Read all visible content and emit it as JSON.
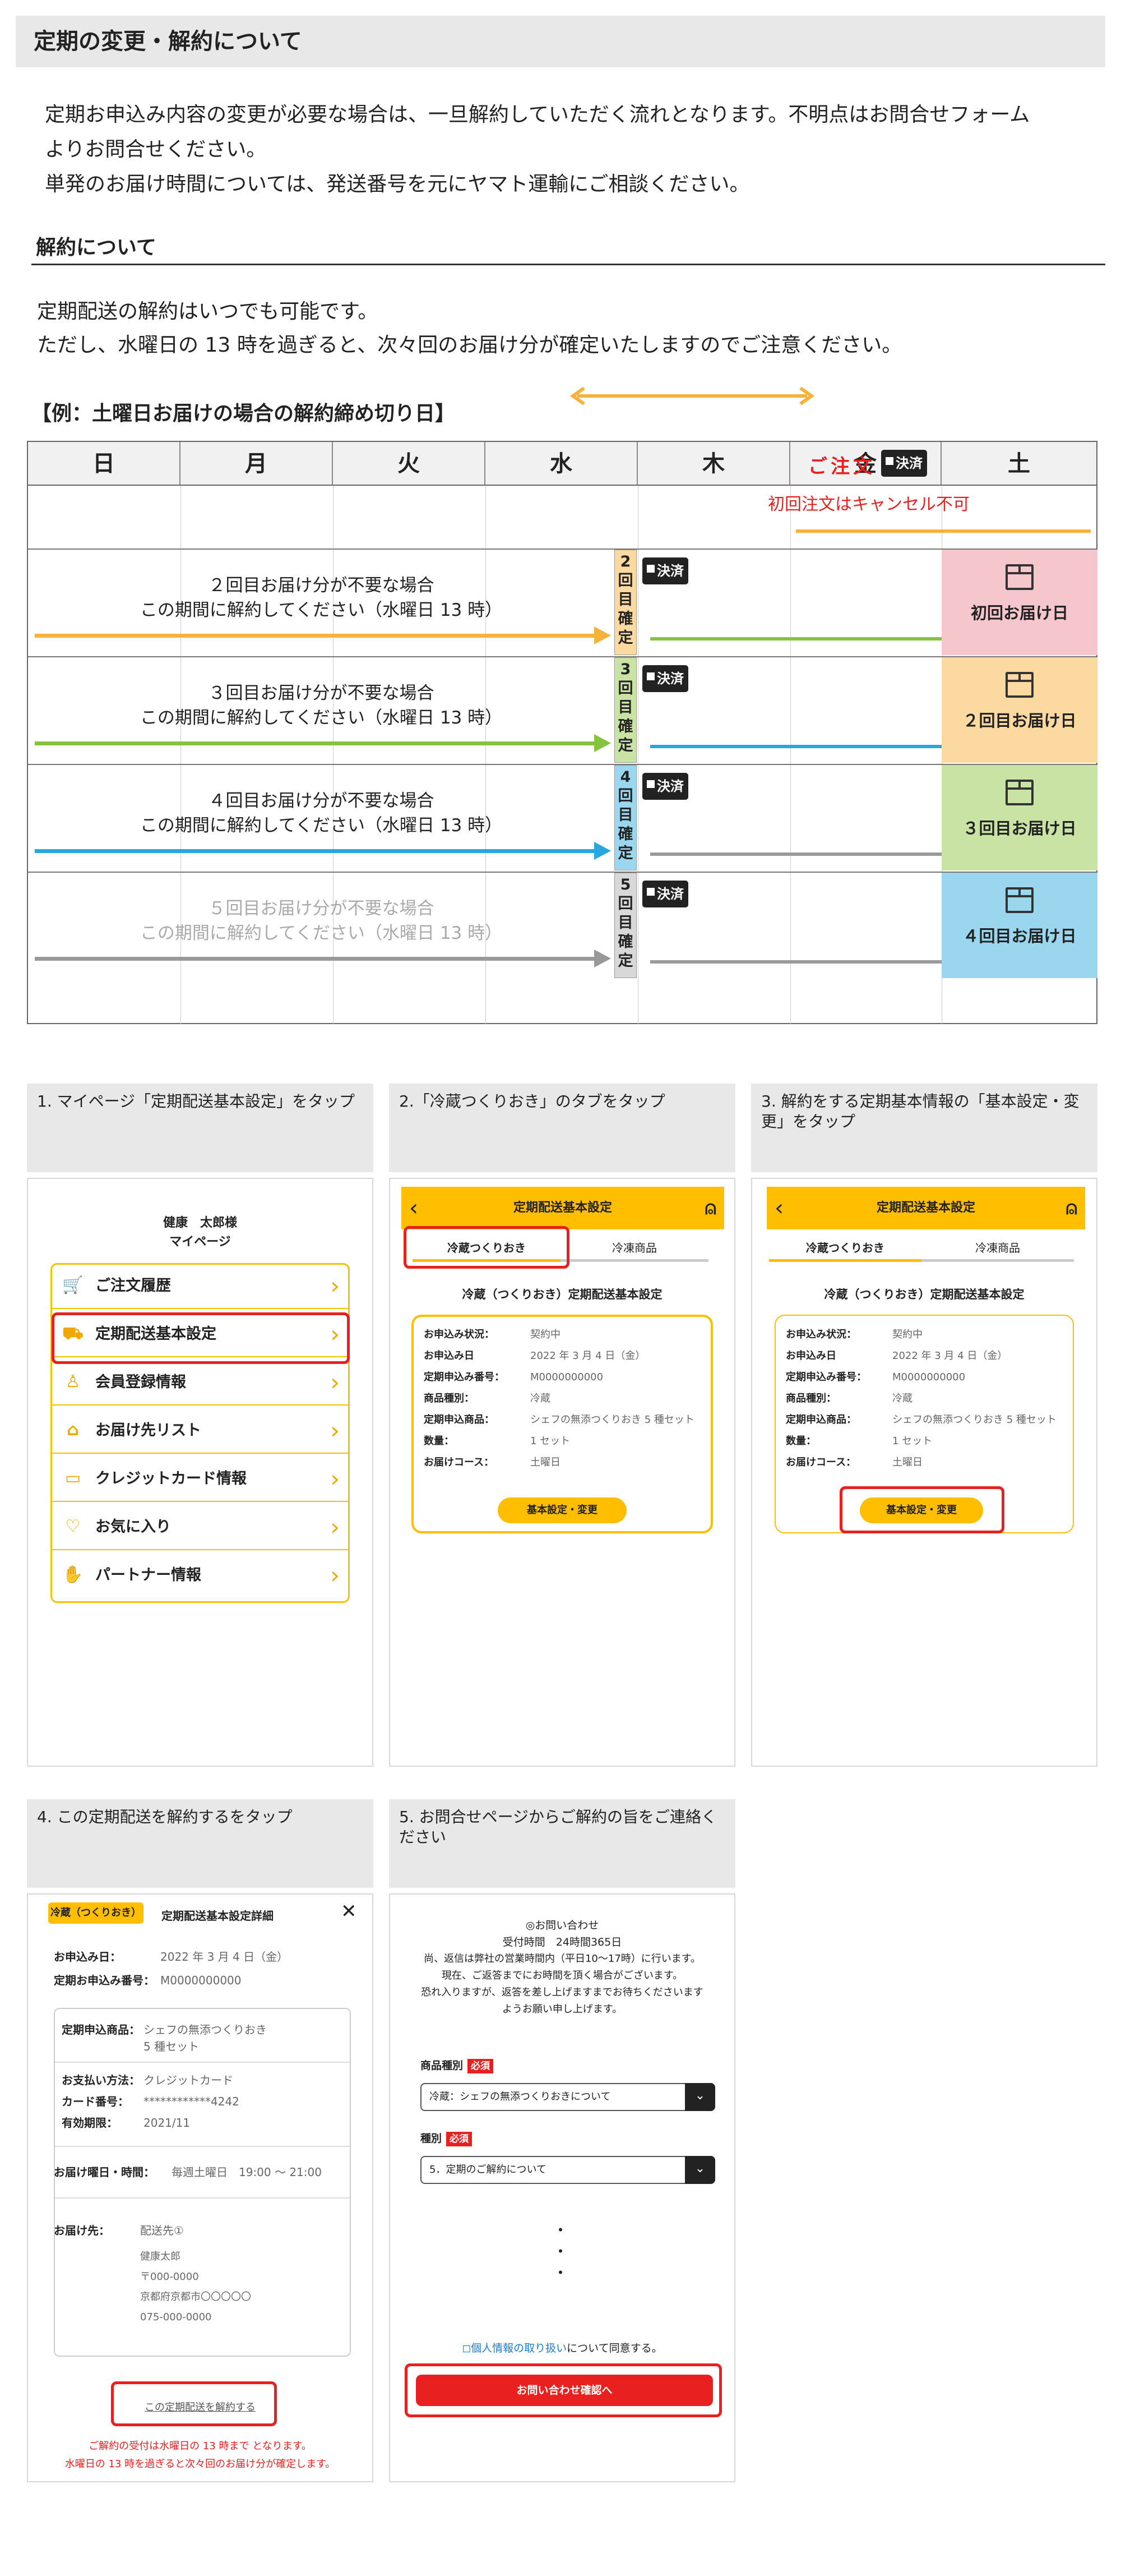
{
  "header": {
    "title": "定期の変更・解約について"
  },
  "intro": {
    "line1": "定期お申込み内容の変更が必要な場合は、一旦解約していただく流れとなります。不明点はお問合せフォーム",
    "line2": "よりお問合せください。",
    "line3": "単発のお届け時間については、発送番号を元にヤマト運輸にご相談ください。"
  },
  "cancel_section": {
    "title": "解約について",
    "line1": "定期配送の解約はいつでも可能です。",
    "line2": "ただし、水曜日の 13 時を過ぎると、次々回のお届け分が確定いたしますのでご注意ください。"
  },
  "calendar": {
    "example_label": "【例：土曜日お届けの場合の解約締め切り日】",
    "days": [
      "日",
      "月",
      "火",
      "水",
      "木",
      "金",
      "土"
    ],
    "order_label": "ご注文",
    "pay_label": "決済",
    "first_cancel_note": "初回注文はキャンセル不可",
    "rows": [
      {
        "line1": "２回目お届け分が不要な場合",
        "line2": "この期間に解約してください（水曜日 13 時）",
        "confirm": "2回目確定",
        "delivery": "初回お届け日",
        "color": "#f5c6cb",
        "arrow": "#f6b23a"
      },
      {
        "line1": "３回目お届け分が不要な場合",
        "line2": "この期間に解約してください（水曜日 13 時）",
        "confirm": "3回目確定",
        "delivery": "２回目お届け日",
        "color": "#fcd9a0",
        "arrow": "#86c440"
      },
      {
        "line1": "４回目お届け分が不要な場合",
        "line2": "この期間に解約してください（水曜日 13 時）",
        "confirm": "4回目確定",
        "delivery": "３回目お届け日",
        "color": "#c8e3a3",
        "arrow": "#27a6e0"
      },
      {
        "line1": "５回目お届け分が不要な場合",
        "line2": "この期間に解約してください（水曜日 13 時）",
        "confirm": "5回目確定",
        "delivery": "４回目お届け日",
        "color": "#9ad7ef",
        "arrow": "#999999"
      }
    ],
    "confirm_colors": [
      "#fcd9a0",
      "#c8e3a3",
      "#9ad7ef",
      "#d8d8d8"
    ],
    "colors": {
      "order_red": "#e82020",
      "range_arrow": "#f6b23a"
    }
  },
  "steps": [
    {
      "label": "1. マイページ「定期配送基本設定」をタップ"
    },
    {
      "label": "2.「冷蔵つくりおき」のタブをタップ"
    },
    {
      "label": "3. 解約をする定期基本情報の「基本設定・変更」をタップ"
    },
    {
      "label": "4. この定期配送を解約するをタップ"
    },
    {
      "label": "5. お問合せページからご解約の旨をご連絡ください"
    }
  ],
  "screen1": {
    "user_name": "健康　太郎様",
    "page_name": "マイページ",
    "menu": [
      {
        "label": "ご注文履歴",
        "icon": "cart-icon"
      },
      {
        "label": "定期配送基本設定",
        "icon": "delivery-icon"
      },
      {
        "label": "会員登録情報",
        "icon": "user-icon"
      },
      {
        "label": "お届け先リスト",
        "icon": "address-icon"
      },
      {
        "label": "クレジットカード情報",
        "icon": "card-icon"
      },
      {
        "label": "お気に入り",
        "icon": "heart-icon"
      },
      {
        "label": "パートナー情報",
        "icon": "handshake-icon"
      }
    ]
  },
  "screen2": {
    "title": "定期配送基本設定",
    "tab_cold": "冷蔵つくりおき",
    "tab_frozen": "冷凍商品",
    "subtitle": "冷蔵（つくりおき）定期配送基本設定",
    "fields": [
      {
        "k": "お申込み状況：",
        "v": "契約中"
      },
      {
        "k": "お申込み日",
        "v": "2022 年 3 月 4 日（金）"
      },
      {
        "k": "定期申込み番号：",
        "v": "M0000000000"
      },
      {
        "k": "商品種別：",
        "v": "冷蔵"
      },
      {
        "k": "定期申込商品：",
        "v": "シェフの無添つくりおき 5 種セット"
      },
      {
        "k": "数量：",
        "v": "1 セット"
      },
      {
        "k": "お届けコース：",
        "v": "土曜日"
      }
    ],
    "button": "基本設定・変更"
  },
  "screen4": {
    "tag": "冷蔵（つくりおき）",
    "title": "定期配送基本設定詳細",
    "close": "✕",
    "apply_date_k": "お申込み日：",
    "apply_date_v": "2022 年 3 月 4 日（金）",
    "apply_no_k": "定期お申込み番号：",
    "apply_no_v": "M0000000000",
    "product_k": "定期申込商品：",
    "product_v1": "シェフの無添つくりおき",
    "product_v2": "5 種セット",
    "pay_k": "お支払い方法：",
    "pay_v": "クレジットカード",
    "cardno_k": "カード番号：",
    "cardno_v": "************4242",
    "exp_k": "有効期限：",
    "exp_v": "2021/11",
    "time_k": "お届け曜日・時間：",
    "time_v": "毎週土曜日　19:00 ～ 21:00",
    "dest_k": "お届け先：",
    "dest_name": "配送先①",
    "dest_lines": [
      "健康太郎",
      "〒000-0000",
      "京都府京都市〇〇〇〇〇",
      "075-000-0000"
    ],
    "cancel_link": "この定期配送を解約する",
    "warn1": "ご解約の受付は水曜日の 13 時まで となります。",
    "warn2": "水曜日の 13 時を過ぎると次々回のお届け分が確定します。"
  },
  "screen5": {
    "title": "◎お問い合わせ",
    "hours": "受付時間　24時間365日",
    "note1": "尚、返信は弊社の営業時間内（平日10〜17時）に行います。",
    "note2": "現在、ご返答までにお時間を頂く場合がございます。",
    "note3": "恐れ入りますが、返答を差し上げますまでお待ちくださいます",
    "note4": "ようお願い申し上げます。",
    "field1_label": "商品種別",
    "field1_value": "冷蔵：シェフの無添つくりおきについて",
    "field2_label": "種別",
    "field2_value": "5．定期のご解約について",
    "required": "必須",
    "dots": [
      "・",
      "・",
      "・"
    ],
    "privacy_link": "◻個人情報の取り扱い",
    "privacy_rest": "について同意する。",
    "submit": "お問い合わせ確認へ"
  }
}
